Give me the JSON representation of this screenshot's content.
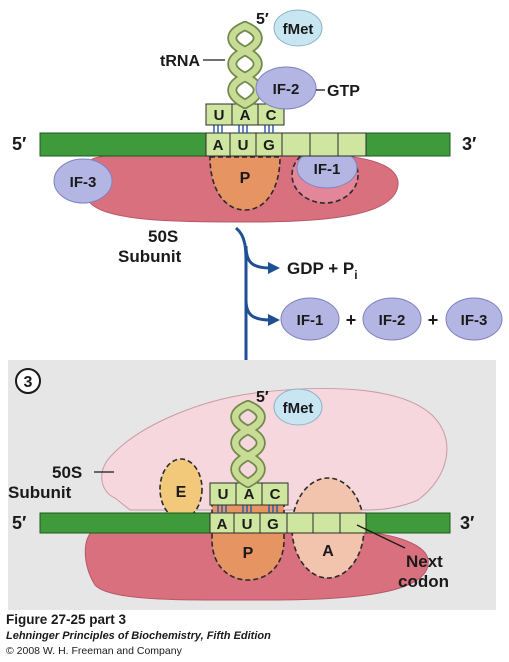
{
  "colors": {
    "mrna": "#3f9a3c",
    "codon": "#cfe6a0",
    "ribosome_small": "#d9707e",
    "ribosome_large": "#f6d7de",
    "p_site": "#e79463",
    "a_site": "#f3c4ad",
    "e_site": "#f2c97a",
    "factor": "#b3b5e2",
    "fmet": "#c7e6f2",
    "trna": "#c8dc96",
    "arrow": "#1f4f94",
    "panel": "#e6e6e6"
  },
  "top": {
    "fmet": "fMet",
    "five_prime_trna": "5′",
    "trna": "tRNA",
    "if2": "IF-2",
    "gtp": "GTP",
    "anticodon": [
      "U",
      "A",
      "C"
    ],
    "codon": [
      "A",
      "U",
      "G"
    ],
    "five_prime": "5′",
    "three_prime": "3′",
    "if1": "IF-1",
    "if3": "IF-3",
    "p_site": "P"
  },
  "transition": {
    "subunit_line1": "50S",
    "subunit_line2": "Subunit",
    "gdp": "GDP + P",
    "gdp_sub": "i",
    "factors": [
      "IF-1",
      "IF-2",
      "IF-3"
    ],
    "plus": "+"
  },
  "bottom": {
    "step": "3",
    "fmet": "fMet",
    "five_prime_trna": "5′",
    "subunit_line1": "50S",
    "subunit_line2": "Subunit",
    "e_site": "E",
    "anticodon": [
      "U",
      "A",
      "C"
    ],
    "codon": [
      "A",
      "U",
      "G"
    ],
    "five_prime": "5′",
    "three_prime": "3′",
    "p_site": "P",
    "a_site": "A",
    "next_line1": "Next",
    "next_line2": "codon"
  },
  "caption": {
    "title": "Figure 27-25 part 3",
    "book": "Lehninger Principles of Biochemistry, Fifth Edition",
    "copyright": "© 2008 W. H. Freeman and Company"
  }
}
